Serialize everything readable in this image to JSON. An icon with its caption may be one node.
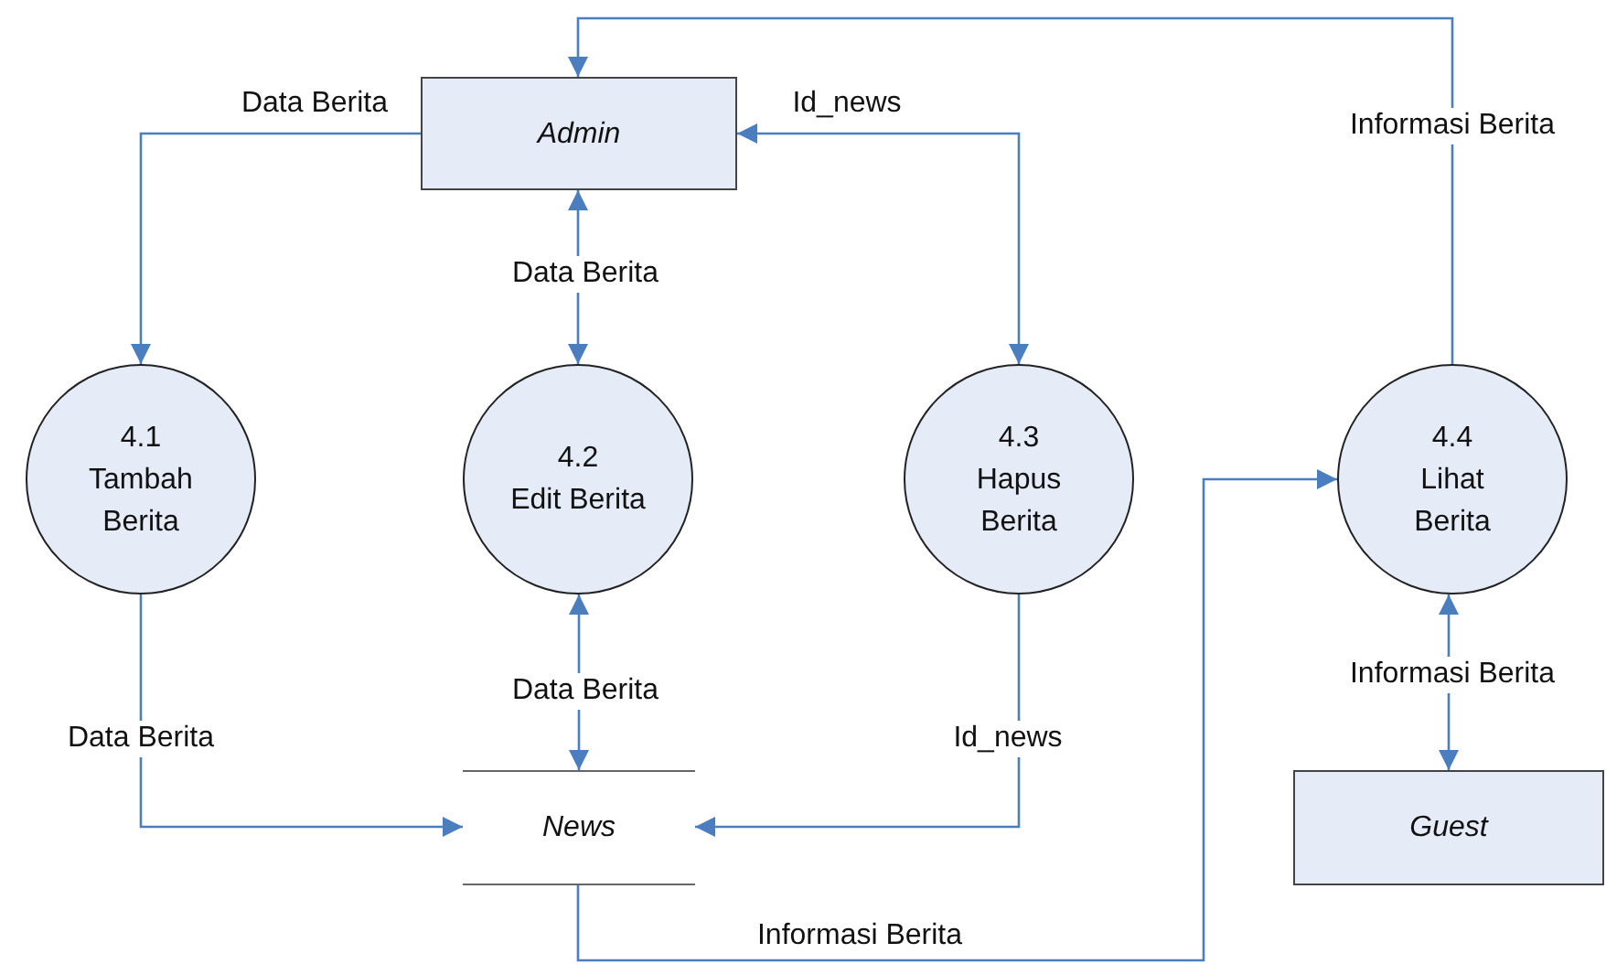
{
  "diagram": {
    "nodes": [
      {
        "text": [
          "Admin"
        ]
      },
      {
        "text": [
          "4.1",
          "Tambah Berita"
        ]
      },
      {
        "text": [
          "4.2",
          "Edit Berita"
        ]
      },
      {
        "text": [
          "4.3",
          "Hapus Berita"
        ]
      },
      {
        "text": [
          "4.4",
          "Lihat Berita"
        ]
      },
      {
        "text": [
          "News"
        ]
      },
      {
        "text": [
          "Guest"
        ]
      }
    ],
    "edges": [
      {
        "from": 0,
        "to": 1,
        "arrow": "to",
        "label": "Data Berita"
      },
      {
        "from": 0,
        "to": 2,
        "arrow": "both",
        "label": "Data Berita"
      },
      {
        "from": 0,
        "to": 3,
        "arrow": "both",
        "label": "Id_news"
      },
      {
        "from": 4,
        "to": 0,
        "arrow": "to",
        "label": "Informasi Berita"
      },
      {
        "from": 1,
        "to": 5,
        "arrow": "to",
        "label": "Data Berita"
      },
      {
        "from": 2,
        "to": 5,
        "arrow": "both",
        "label": "Data Berita"
      },
      {
        "from": 3,
        "to": 5,
        "arrow": "to",
        "label": "Id_news"
      },
      {
        "from": 5,
        "to": 4,
        "arrow": "to",
        "label": "Informasi Berita"
      },
      {
        "from": 4,
        "to": 6,
        "arrow": "both",
        "label": "Informasi Berita"
      }
    ]
  }
}
